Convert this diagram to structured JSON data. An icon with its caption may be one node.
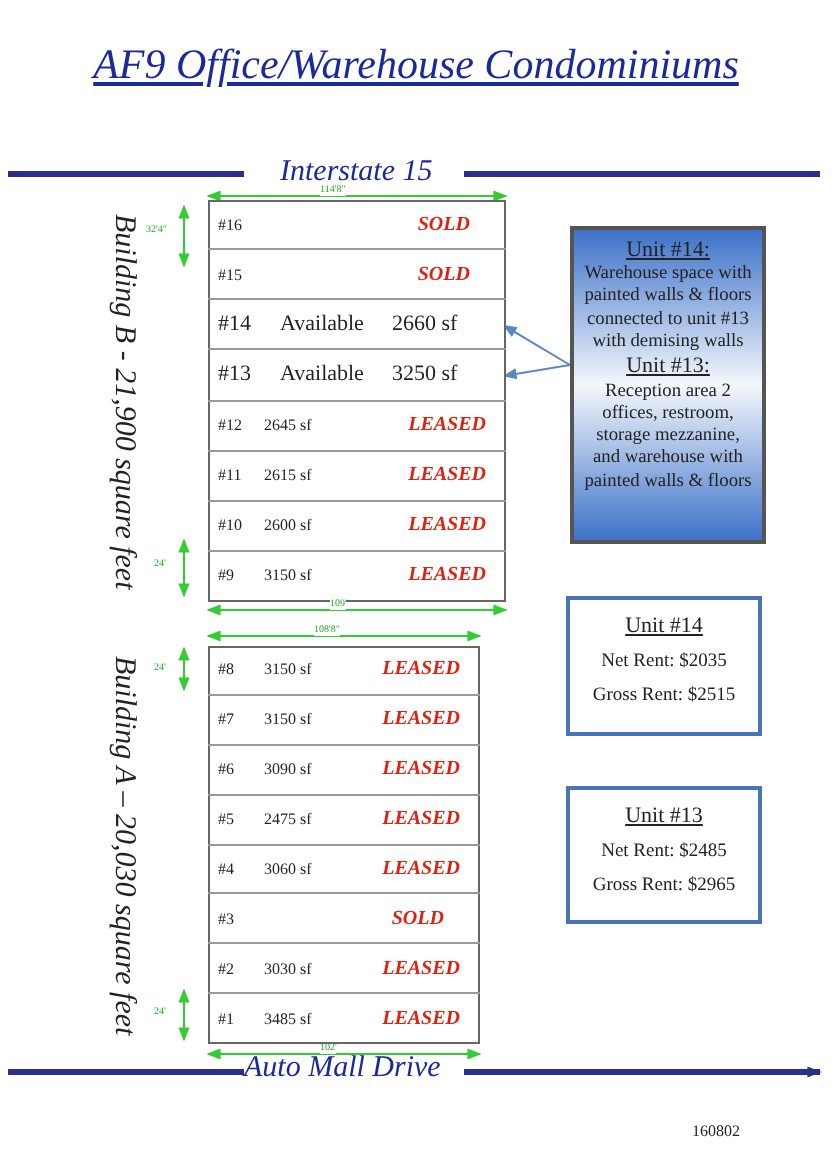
{
  "diagram": {
    "title": "AF9 Office/Warehouse Condominiums",
    "nodes": [
      {
        "text": [
          "Building B - 21,900 square feet"
        ]
      },
      {
        "text": [
          "#16",
          "SOLD"
        ],
        "in": 0
      },
      {
        "text": [
          "#15",
          "SOLD"
        ],
        "in": 0
      },
      {
        "text": [
          "#14",
          "Available",
          "2660 sf"
        ],
        "in": 0
      },
      {
        "text": [
          "#13",
          "Available",
          "3250 sf"
        ],
        "in": 0
      },
      {
        "text": [
          "#12",
          "2645 sf",
          "LEASED"
        ],
        "in": 0
      },
      {
        "text": [
          "#11",
          "2615 sf",
          "LEASED"
        ],
        "in": 0
      },
      {
        "text": [
          "#10",
          "2600 sf",
          "LEASED"
        ],
        "in": 0
      },
      {
        "text": [
          "#9",
          "3150 sf",
          "LEASED"
        ],
        "in": 0
      },
      {
        "text": [
          "Building A – 20,030 square feet"
        ]
      },
      {
        "text": [
          "#8",
          "3150 sf",
          "LEASED"
        ],
        "in": 9
      },
      {
        "text": [
          "#7",
          "3150 sf",
          "LEASED"
        ],
        "in": 9
      },
      {
        "text": [
          "#6",
          "3090 sf",
          "LEASED"
        ],
        "in": 9
      },
      {
        "text": [
          "#5",
          "2475 sf",
          "LEASED"
        ],
        "in": 9
      },
      {
        "text": [
          "#4",
          "3060 sf",
          "LEASED"
        ],
        "in": 9
      },
      {
        "text": [
          "#3",
          "SOLD"
        ],
        "in": 9
      },
      {
        "text": [
          "#2",
          "3030 sf",
          "LEASED"
        ],
        "in": 9
      },
      {
        "text": [
          "#1",
          "3485 sf",
          "LEASED"
        ],
        "in": 9
      },
      {
        "text": [
          "Unit #14:",
          "Warehouse space with painted walls & floors connected to unit #13 with demising walls",
          "Unit #13:",
          "Reception area 2 offices, restroom, storage mezzanine, and warehouse with painted walls & floors"
        ]
      },
      {
        "text": [
          "Unit #14",
          "Net Rent: $2035",
          "Gross Rent: $2515"
        ]
      },
      {
        "text": [
          "Unit #13",
          "Net Rent: $2485",
          "Gross Rent: $2965"
        ]
      }
    ],
    "edges": [
      {
        "from": 18,
        "to": 3,
        "arrow": "to"
      },
      {
        "from": 18,
        "to": 4,
        "arrow": "to"
      }
    ],
    "labels": [
      "Interstate 15",
      "114'8\"",
      "32'4\"",
      "24'",
      "109'",
      "108'8\"",
      "24'",
      "24'",
      "102'",
      "Auto Mall Drive",
      "160802"
    ]
  }
}
